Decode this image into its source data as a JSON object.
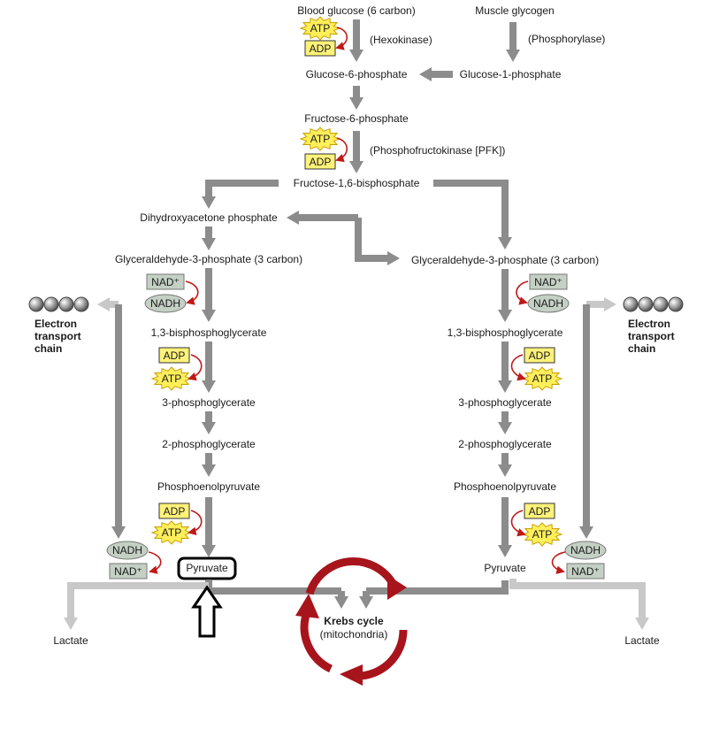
{
  "nodes": {
    "blood_glucose": "Blood glucose (6 carbon)",
    "muscle_glycogen": "Muscle glycogen",
    "hexokinase": "(Hexokinase)",
    "phosphorylase": "(Phosphorylase)",
    "glucose_6_phosphate": "Glucose-6-phosphate",
    "glucose_1_phosphate": "Glucose-1-phosphate",
    "fructose_6_phosphate": "Fructose-6-phosphate",
    "pfk": "(Phosphofructokinase [PFK])",
    "fructose_16_bisphosphate": "Fructose-1,6-bisphosphate",
    "dihydroxyacetone_phosphate": "Dihydroxyacetone phosphate",
    "g3p_left": "Glyceraldehyde-3-phosphate (3 carbon)",
    "g3p_right": "Glyceraldehyde-3-phosphate (3 carbon)",
    "bpg_left": "1,3-bisphosphoglycerate",
    "bpg_right": "1,3-bisphosphoglycerate",
    "pg3_left": "3-phosphoglycerate",
    "pg3_right": "3-phosphoglycerate",
    "pg2_left": "2-phosphoglycerate",
    "pg2_right": "2-phosphoglycerate",
    "pep_left": "Phosphoenolpyruvate",
    "pep_right": "Phosphoenolpyruvate",
    "pyruvate_left": "Pyruvate",
    "pyruvate_right": "Pyruvate",
    "lactate_left": "Lactate",
    "lactate_right": "Lactate",
    "krebs_title": "Krebs cycle",
    "krebs_sub": "(mitochondria)",
    "etc_left": [
      "Electron",
      "transport",
      "chain"
    ],
    "etc_right": [
      "Electron",
      "transport",
      "chain"
    ]
  },
  "molecules": {
    "atp": "ATP",
    "adp": "ADP",
    "nad": "NAD⁺",
    "nadh": "NADH"
  },
  "colors": {
    "arrow_dark": "#8c8c8c",
    "arrow_light": "#c8c8c8",
    "atp_fill": "#ffef5a",
    "adp_fill": "#fff27a",
    "nad_fill": "#c4d0c4",
    "red": "#c01818",
    "krebs": "#a8141c",
    "highlight": "#000000"
  },
  "icons": {
    "etc": "electron-transport-chain-icon",
    "highlight_arrow": "up-arrow-icon"
  }
}
